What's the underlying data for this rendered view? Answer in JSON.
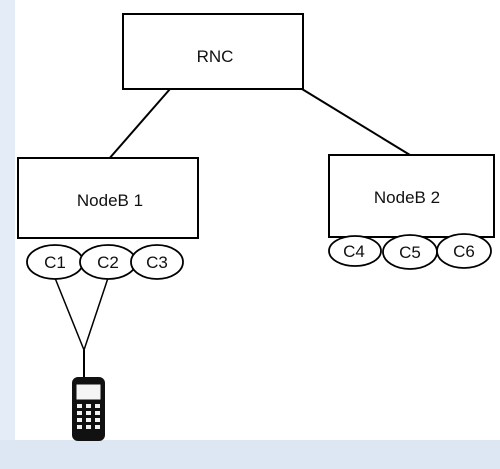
{
  "diagram": {
    "rnc": {
      "label": "RNC"
    },
    "nodeb1": {
      "label": "NodeB 1"
    },
    "nodeb2": {
      "label": "NodeB 2"
    },
    "cells": [
      {
        "label": "C1"
      },
      {
        "label": "C2"
      },
      {
        "label": "C3"
      },
      {
        "label": "C4"
      },
      {
        "label": "C5"
      },
      {
        "label": "C6"
      }
    ],
    "colors": {
      "stroke": "#000000",
      "box_fill": "#ffffff",
      "background": "#eef3fa",
      "phone_body": "#111111"
    },
    "icons": [
      "mobile-phone-icon"
    ]
  }
}
